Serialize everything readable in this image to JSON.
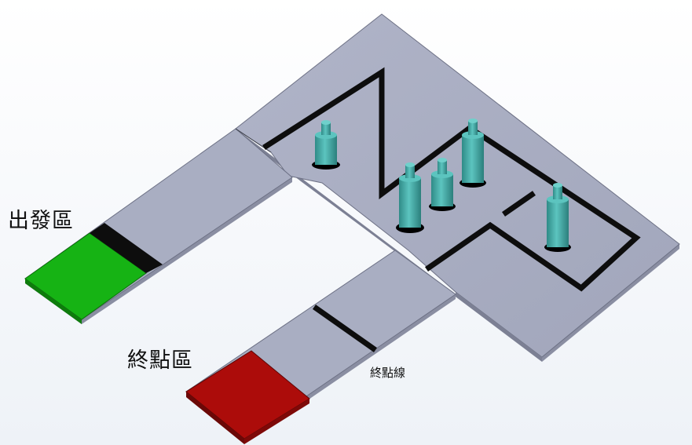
{
  "labels": {
    "start_zone": "出發區",
    "finish_zone": "終點區",
    "finish_line": "終點線"
  },
  "colors": {
    "board_top": "#a7acc1",
    "board_edge": "#7c8094",
    "track_line": "#0d0d0d",
    "start_zone": "#16b314",
    "finish_zone": "#ac0c0a",
    "cylinder_body": "#4bb3ae",
    "cylinder_shadow": "#2b7f7c"
  },
  "scene": {
    "obstacle_count": 5
  }
}
